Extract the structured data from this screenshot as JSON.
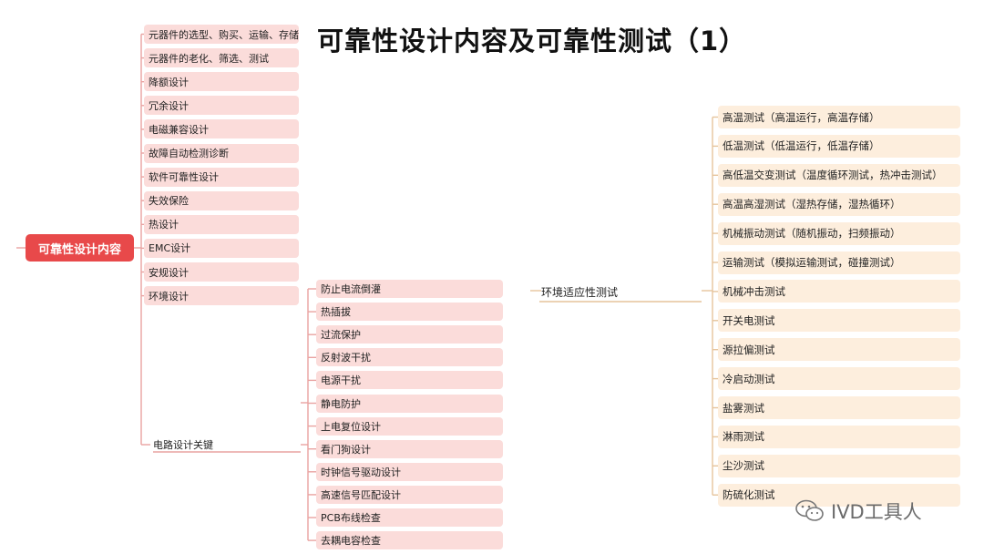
{
  "title": "可靠性设计内容及可靠性测试（1）",
  "root": "可靠性设计内容",
  "design_items": [
    "元器件的选型、购买、运输、存储",
    "元器件的老化、筛选、测试",
    "降额设计",
    "冗余设计",
    "电磁兼容设计",
    "故障自动检测诊断",
    "软件可靠性设计",
    "失效保险",
    "热设计",
    "EMC设计",
    "安规设计",
    "环境设计"
  ],
  "circuit_key": "电路设计关键",
  "circuit_items": [
    "防止电流倒灌",
    "热插拔",
    "过流保护",
    "反射波干扰",
    "电源干扰",
    "静电防护",
    "上电复位设计",
    "看门狗设计",
    "时钟信号驱动设计",
    "高速信号匹配设计",
    "PCB布线检查",
    "去耦电容检查"
  ],
  "env_test": "环境适应性测试",
  "env_items": [
    "高温测试（高温运行，高温存储）",
    "低温测试（低温运行，低温存储）",
    "高低温交变测试（温度循环测试，热冲击测试）",
    "高温高湿测试（湿热存储，湿热循环）",
    "机械振动测试（随机振动，扫频振动）",
    "运输测试（模拟运输测试，碰撞测试）",
    "机械冲击测试",
    "开关电测试",
    "源拉偏测试",
    "冷启动测试",
    "盐雾测试",
    "淋雨测试",
    "尘沙测试",
    "防硫化测试"
  ],
  "watermark": "IVD工具人",
  "colors": {
    "root": "#e8494a",
    "design_node": "#fbdcda",
    "test_node": "#fdeedd",
    "design_line": "#e9a3a1",
    "test_line": "#e6c49c"
  }
}
